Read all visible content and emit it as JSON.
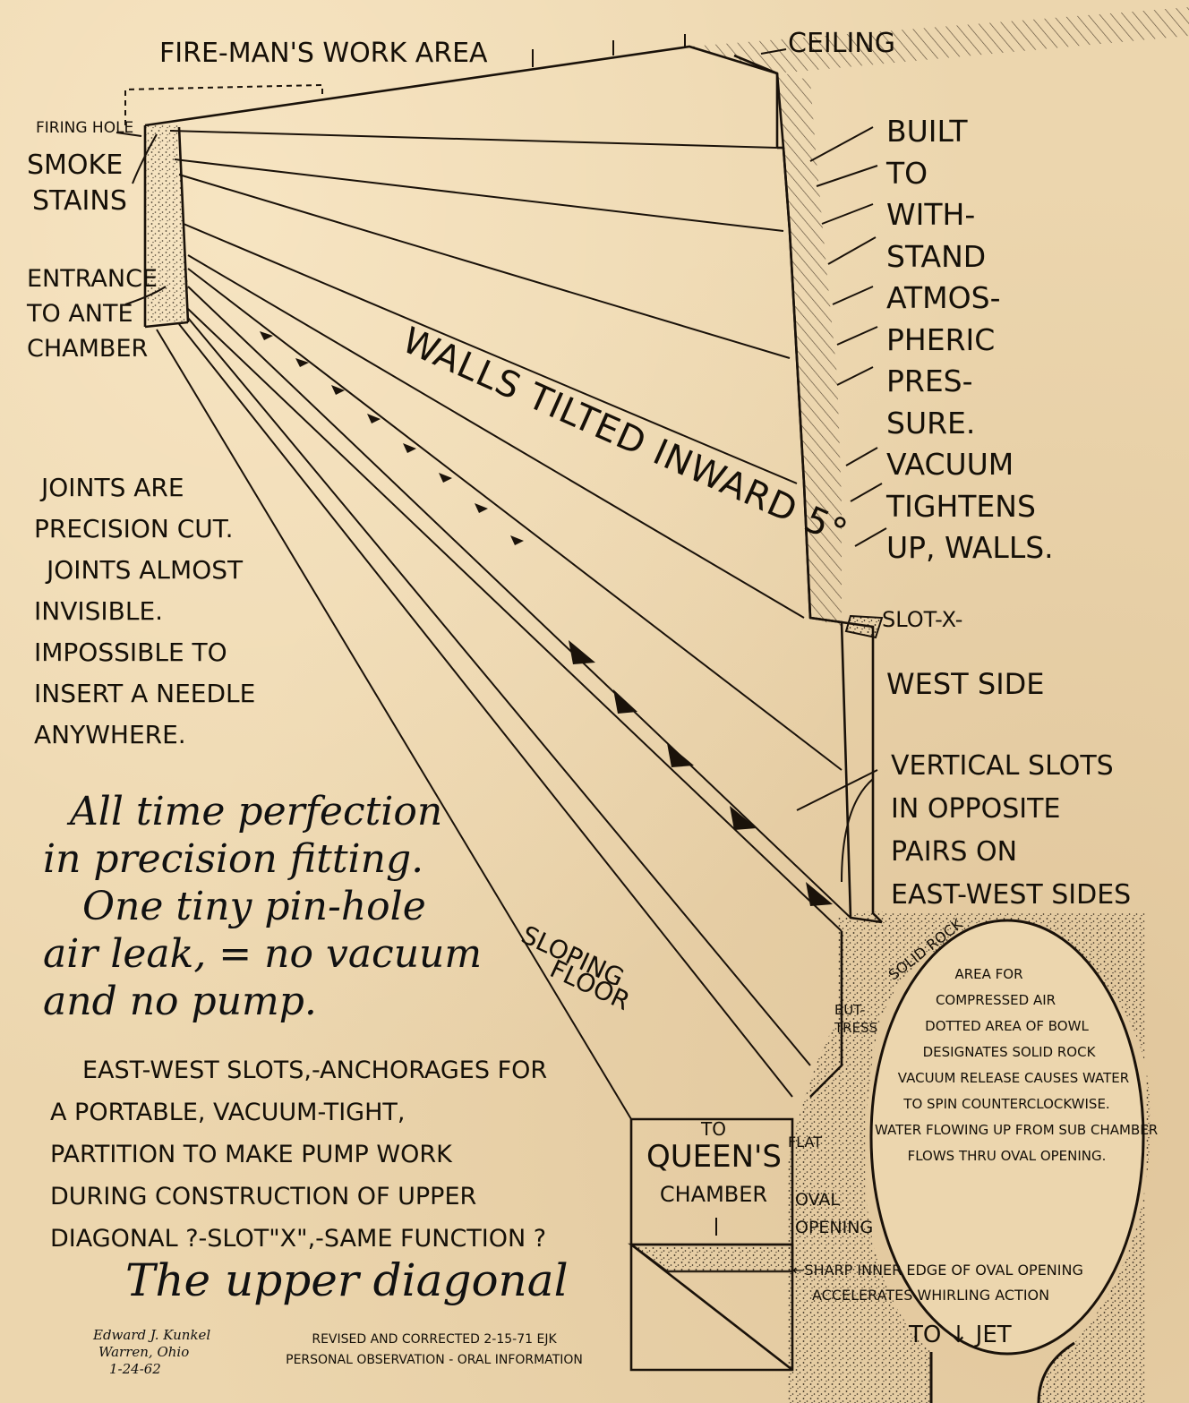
{
  "labels": {
    "firemans_work_area": "FIRE-MAN'S WORK AREA",
    "ceiling": "CEILING",
    "firing_hole": "FIRING HOLE",
    "smoke": "SMOKE",
    "stains": "STAINS",
    "entrance": "ENTRANCE",
    "to_ante": "TO ANTE",
    "chamber": "CHAMBER",
    "walls_tilted": "WALLS TILTED INWARD 5°",
    "slot_x": "SLOT-X-",
    "west_side": "WEST SIDE",
    "sloping": "SLOPING",
    "floor": "FLOOR",
    "solid_rock": "SOLID ROCK",
    "buttress": "BUT-TRESS",
    "flat": "FLAT",
    "oval": "OVAL",
    "opening": "OPENING",
    "to_queens": "TO",
    "queens": "QUEEN'S",
    "queens_chamber": "CHAMBER",
    "to_jet": "TO ↓ JET"
  },
  "right_column": [
    "BUILT",
    "TO",
    "WITH-",
    "STAND",
    "ATMOS-",
    "PHERIC",
    "PRES-",
    "SURE.",
    "VACUUM",
    "TIGHTENS",
    "UP, WALLS."
  ],
  "vertical_slots": [
    "VERTICAL SLOTS",
    "IN OPPOSITE",
    "PAIRS ON",
    "EAST-WEST SIDES"
  ],
  "joints": [
    "JOINTS ARE",
    "PRECISION CUT.",
    "JOINTS ALMOST",
    "INVISIBLE.",
    "IMPOSSIBLE TO",
    "INSERT A NEEDLE",
    "ANYWHERE."
  ],
  "perfection": [
    "All time perfection",
    "in precision fitting.",
    "One tiny pin-hole",
    "air leak, = no vacuum",
    "and no pump."
  ],
  "east_west": [
    "EAST-WEST SLOTS,-ANCHORAGES FOR",
    "A PORTABLE, VACUUM-TIGHT,",
    "PARTITION TO MAKE PUMP WORK",
    "DURING CONSTRUCTION OF UPPER",
    "DIAGONAL ?-SLOT\"X\",-SAME FUNCTION ?"
  ],
  "title": "The upper diagonal",
  "bowl_text": [
    "AREA FOR",
    "COMPRESSED AIR",
    "DOTTED AREA OF BOWL",
    "DESIGNATES SOLID ROCK",
    "VACUUM RELEASE CAUSES WATER",
    "TO SPIN COUNTERCLOCKWISE.",
    "WATER FLOWING UP FROM SUB CHAMBER",
    "FLOWS THRU OVAL OPENING."
  ],
  "sharp_edge": [
    "←SHARP INNER EDGE OF OVAL OPENING",
    "ACCELERATES WHIRLING ACTION"
  ],
  "revised": [
    "REVISED AND CORRECTED 2-15-71 EJK",
    "PERSONAL OBSERVATION - ORAL INFORMATION"
  ],
  "signature": [
    "Edward J. Kunkel",
    "Warren, Ohio",
    "1-24-62"
  ],
  "colors": {
    "paper": "#ecd6ae",
    "ink": "#161008"
  }
}
